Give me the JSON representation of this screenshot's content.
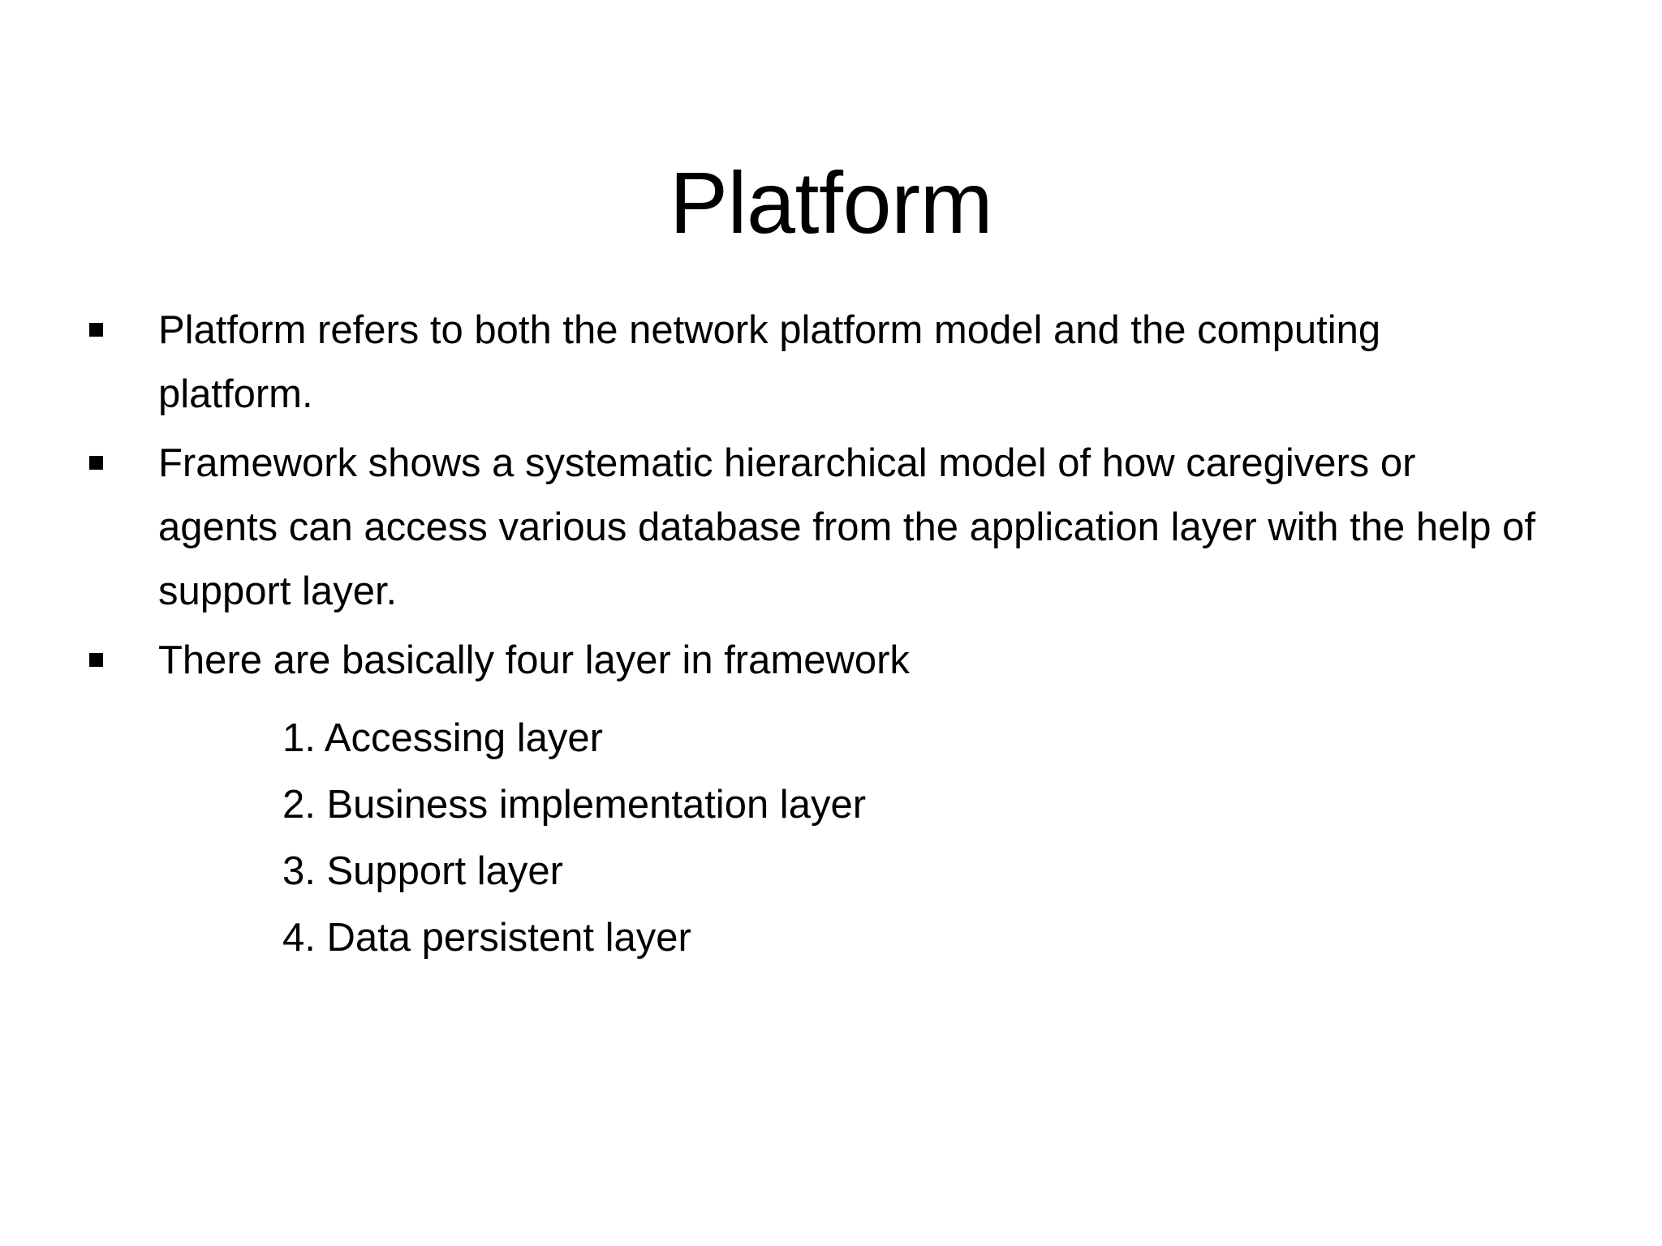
{
  "slide": {
    "title": "Platform",
    "background_color": "#ffffff",
    "text_color": "#000000",
    "bullet_marker_glyph": "square",
    "bullets": [
      {
        "text": "Platform refers to both the network platform model and the computing platform."
      },
      {
        "text": "Framework shows  a systematic hierarchical model of how caregivers or agents can access various database from the application layer with the help of support layer."
      },
      {
        "text": "There are basically four layer in framework"
      }
    ],
    "sub_list": [
      "1. Accessing layer",
      "2. Business implementation layer",
      "3. Support layer",
      "4. Data persistent layer"
    ]
  }
}
